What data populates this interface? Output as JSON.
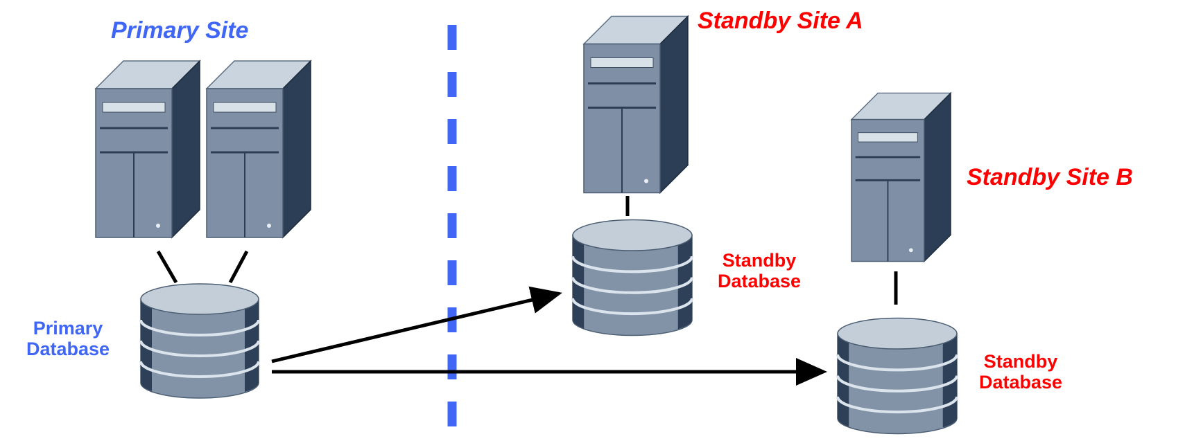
{
  "colors": {
    "primary_accent": "#3f66f5",
    "standby_accent": "#ff0000",
    "divider": "#3f66f5",
    "arrow": "#000000",
    "server_front": "#7f90a6",
    "server_side": "#2c3e55",
    "server_top": "#c9d4de",
    "db_body": "#8393a7",
    "db_dark": "#2e4057"
  },
  "primary_site": {
    "title": "Primary Site",
    "db_label_line1": "Primary",
    "db_label_line2": "Database",
    "server_icon": "server-tower-icon",
    "db_icon": "database-cylinder-icon"
  },
  "standby_site_a": {
    "title": "Standby Site A",
    "db_label_line1": "Standby",
    "db_label_line2": "Database",
    "server_icon": "server-tower-icon",
    "db_icon": "database-cylinder-icon"
  },
  "standby_site_b": {
    "title": "Standby Site B",
    "db_label_line1": "Standby",
    "db_label_line2": "Database",
    "server_icon": "server-tower-icon",
    "db_icon": "database-cylinder-icon"
  }
}
